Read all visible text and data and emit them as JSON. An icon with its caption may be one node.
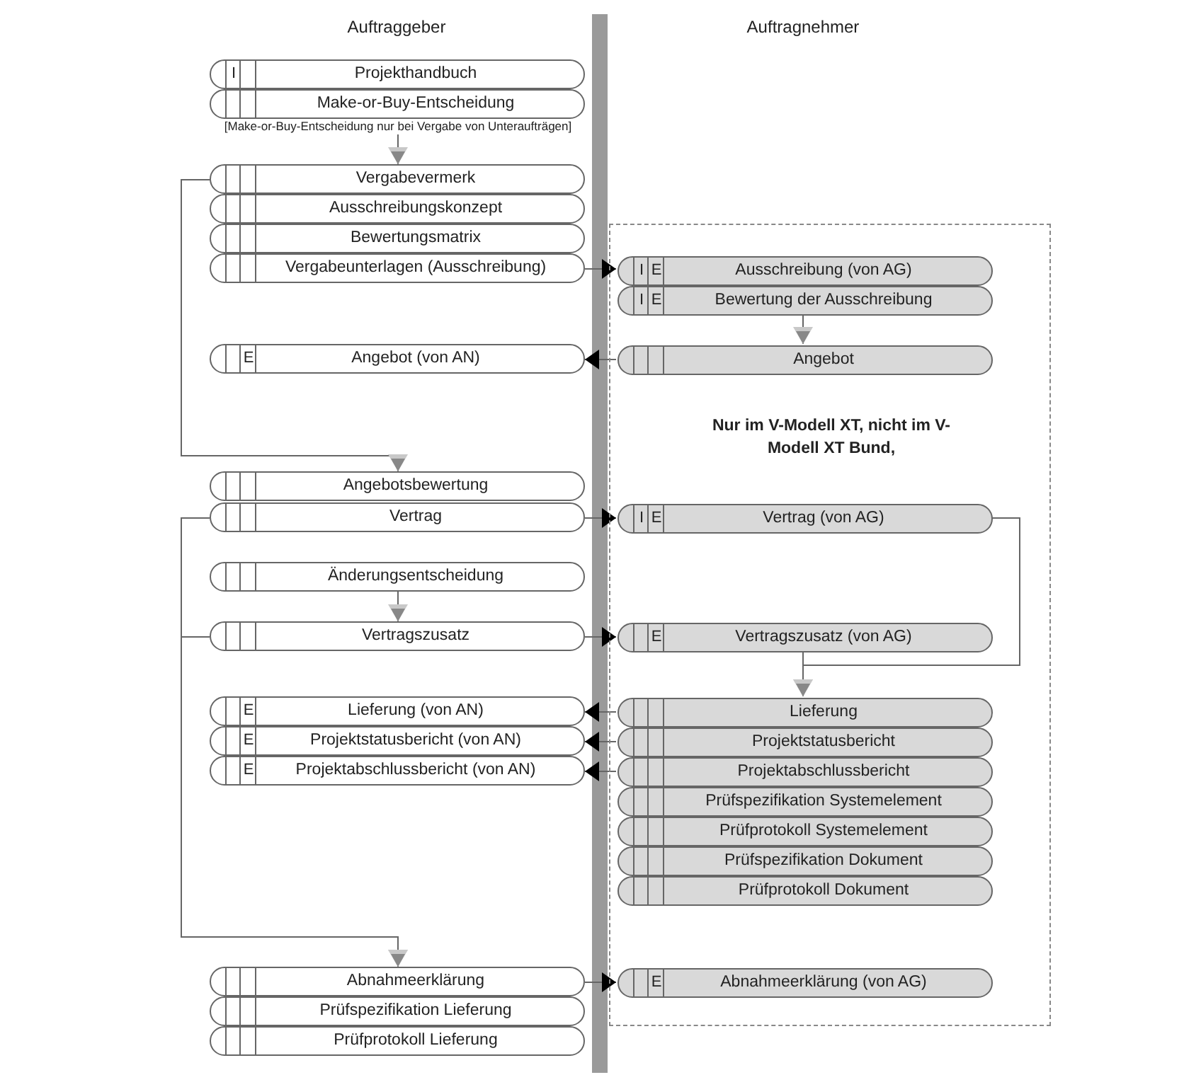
{
  "diagram": {
    "nodes": [
      {
        "text": [
          "I",
          "Projekthandbuch"
        ]
      },
      {
        "text": [
          "Make-or-Buy-Entscheidung"
        ]
      },
      {
        "text": [
          "Vergabevermerk"
        ]
      },
      {
        "text": [
          "Ausschreibungskonzept"
        ]
      },
      {
        "text": [
          "Bewertungsmatrix"
        ]
      },
      {
        "text": [
          "Vergabeunterlagen (Ausschreibung)"
        ]
      },
      {
        "text": [
          "E",
          "Angebot (von AN)"
        ]
      },
      {
        "text": [
          "Angebotsbewertung"
        ]
      },
      {
        "text": [
          "Vertrag"
        ]
      },
      {
        "text": [
          "Änderungsentscheidung"
        ]
      },
      {
        "text": [
          "Vertragszusatz"
        ]
      },
      {
        "text": [
          "E",
          "Lieferung (von AN)"
        ]
      },
      {
        "text": [
          "E",
          "Projektstatusbericht (von AN)"
        ]
      },
      {
        "text": [
          "E",
          "Projektabschlussbericht (von AN)"
        ]
      },
      {
        "text": [
          "Abnahmeerklärung"
        ]
      },
      {
        "text": [
          "Prüfspezifikation Lieferung"
        ]
      },
      {
        "text": [
          "Prüfprotokoll Lieferung"
        ]
      },
      {
        "text": [
          "Nur im V-Modell XT, nicht im V-Modell XT Bund,"
        ]
      },
      {
        "text": [
          "I",
          "E",
          "Ausschreibung (von AG)"
        ],
        "in": 17
      },
      {
        "text": [
          "I",
          "E",
          "Bewertung der Ausschreibung"
        ],
        "in": 17
      },
      {
        "text": [
          "Angebot"
        ],
        "in": 17
      },
      {
        "text": [
          "I",
          "E",
          "Vertrag (von AG)"
        ],
        "in": 17
      },
      {
        "text": [
          "E",
          "Vertragszusatz (von AG)"
        ],
        "in": 17
      },
      {
        "text": [
          "Lieferung"
        ],
        "in": 17
      },
      {
        "text": [
          "Projektstatusbericht"
        ],
        "in": 17
      },
      {
        "text": [
          "Projektabschlussbericht"
        ],
        "in": 17
      },
      {
        "text": [
          "Prüfspezifikation Systemelement"
        ],
        "in": 17
      },
      {
        "text": [
          "Prüfprotokoll Systemelement"
        ],
        "in": 17
      },
      {
        "text": [
          "Prüfspezifikation Dokument"
        ],
        "in": 17
      },
      {
        "text": [
          "Prüfprotokoll Dokument"
        ],
        "in": 17
      },
      {
        "text": [
          "E",
          "Abnahmeerklärung (von AG)"
        ],
        "in": 17
      }
    ],
    "edges": [
      {
        "from": 1,
        "to": 2,
        "arrow": "to",
        "label": "[Make-or-Buy-Entscheidung nur bei Vergabe von Unteraufträgen]"
      },
      {
        "from": 2,
        "to": 7,
        "arrow": "to"
      },
      {
        "from": 9,
        "to": 10,
        "arrow": "to"
      },
      {
        "from": 8,
        "to": 14,
        "arrow": "to"
      },
      {
        "from": 10,
        "to": 14,
        "arrow": "to"
      },
      {
        "from": 19,
        "to": 20,
        "arrow": "to"
      },
      {
        "from": 21,
        "to": 23,
        "arrow": "to"
      },
      {
        "from": 22,
        "to": 23,
        "arrow": "to"
      },
      {
        "from": 5,
        "to": 18,
        "arrow": "to"
      },
      {
        "from": 20,
        "to": 6,
        "arrow": "to"
      },
      {
        "from": 8,
        "to": 21,
        "arrow": "to"
      },
      {
        "from": 10,
        "to": 22,
        "arrow": "to"
      },
      {
        "from": 23,
        "to": 11,
        "arrow": "to"
      },
      {
        "from": 24,
        "to": 12,
        "arrow": "to"
      },
      {
        "from": 25,
        "to": 13,
        "arrow": "to"
      },
      {
        "from": 14,
        "to": 30,
        "arrow": "to"
      }
    ],
    "labels": [
      "Auftraggeber",
      "Auftragnehmer"
    ]
  }
}
